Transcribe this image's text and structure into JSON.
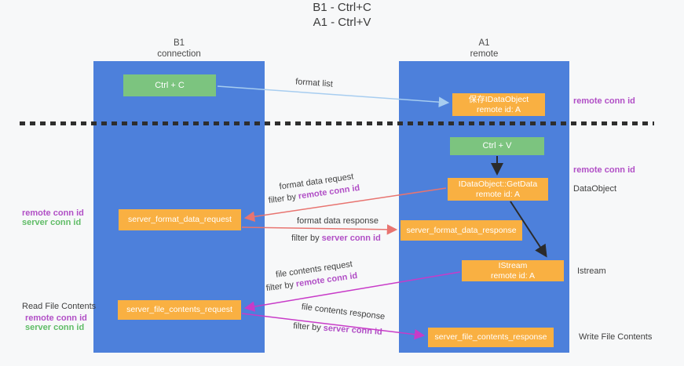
{
  "title": {
    "line1": "B1 - Ctrl+C",
    "line2": "A1 - Ctrl+V"
  },
  "columns": {
    "left": {
      "label_line1": "B1",
      "label_line2": "connection"
    },
    "right": {
      "label_line1": "A1",
      "label_line2": "remote"
    }
  },
  "boxes": {
    "ctrl_c": {
      "label": "Ctrl + C"
    },
    "save_idataobject": {
      "line1": "保存IDataObject",
      "line2": "remote id: A"
    },
    "ctrl_v": {
      "label": "Ctrl + V"
    },
    "getdata": {
      "line1": "IDataObject::GetData",
      "line2": "remote id: A"
    },
    "server_format_data_request": {
      "label": "server_format_data_request"
    },
    "server_format_data_response": {
      "label": "server_format_data_response"
    },
    "istream": {
      "line1": "IStream",
      "line2": "remote id: A"
    },
    "server_file_contents_request": {
      "label": "server_file_contents_request"
    },
    "server_file_contents_response": {
      "label": "server_file_contents_response"
    }
  },
  "side_labels": {
    "remote_conn_id": "remote conn id",
    "server_conn_id": "server conn id",
    "dataobject": "DataObject",
    "istream": "Istream",
    "read_file_contents": "Read File Contents",
    "write_file_contents": "Write File Contents"
  },
  "arrow_labels": {
    "format_list": "format list",
    "format_data_request": "format data request",
    "format_data_response": "format data response",
    "file_contents_request": "file contents request",
    "file_contents_response": "file contents response",
    "filter_by": "filter by",
    "remote_conn_id": "remote conn id",
    "server_conn_id": "server conn id"
  },
  "colors": {
    "column_blue": "#4d80db",
    "box_green": "#7cc47f",
    "box_orange": "#f9b042",
    "label_purple": "#b14fc6",
    "label_green": "#5fbc66",
    "arrow_salmon": "#e87470",
    "arrow_magenta": "#c83bc8",
    "arrow_lightblue": "#a7cdf0",
    "arrow_black": "#2b2b2b",
    "background": "#f7f8f9"
  }
}
